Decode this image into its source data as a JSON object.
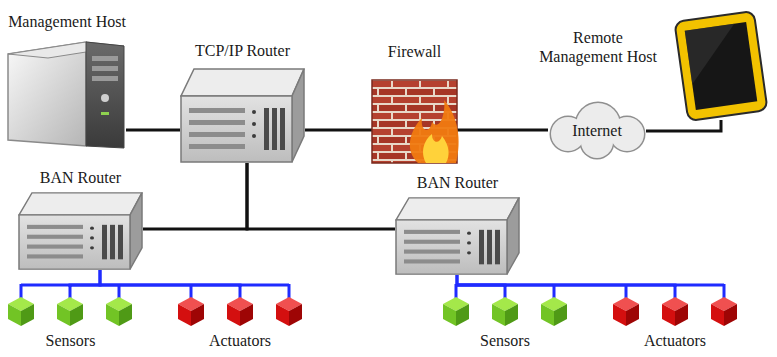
{
  "diagram": {
    "nodes": [
      {
        "text": [
          "Management Host"
        ]
      },
      {
        "text": [
          "TCP/IP Router"
        ]
      },
      {
        "text": [
          "Firewall"
        ]
      },
      {
        "text": [
          "Remote Management Host"
        ]
      },
      {
        "text": [
          "Internet"
        ]
      },
      {
        "text": [
          "BAN Router"
        ]
      },
      {
        "text": [
          "BAN Router"
        ]
      },
      {
        "text": [
          "Sensors"
        ]
      },
      {
        "text": [
          "Actuators"
        ]
      },
      {
        "text": [
          "Sensors"
        ]
      },
      {
        "text": [
          "Actuators"
        ]
      }
    ],
    "edges": [
      {
        "from": 0,
        "to": 1,
        "arrow": "none"
      },
      {
        "from": 1,
        "to": 2,
        "arrow": "none"
      },
      {
        "from": 2,
        "to": 4,
        "arrow": "none"
      },
      {
        "from": 4,
        "to": 3,
        "arrow": "none"
      },
      {
        "from": 1,
        "to": 5,
        "arrow": "none"
      },
      {
        "from": 1,
        "to": 6,
        "arrow": "none"
      },
      {
        "from": 5,
        "to": 7,
        "arrow": "none"
      },
      {
        "from": 5,
        "to": 8,
        "arrow": "none"
      },
      {
        "from": 6,
        "to": 9,
        "arrow": "none"
      },
      {
        "from": 6,
        "to": 10,
        "arrow": "none"
      }
    ]
  }
}
